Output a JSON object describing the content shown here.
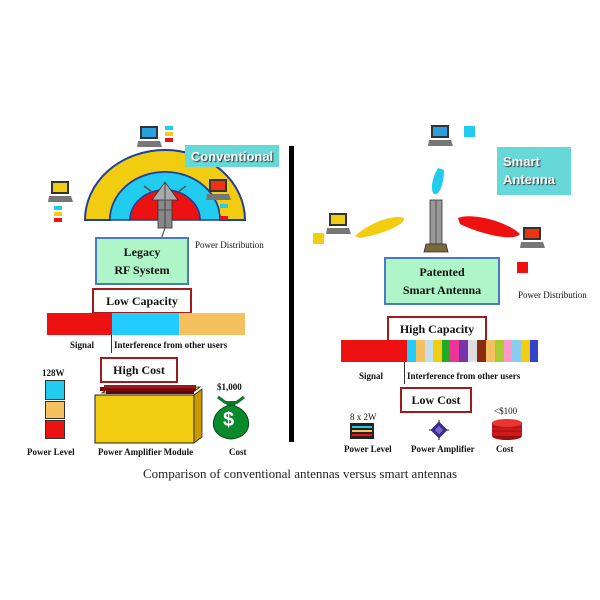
{
  "left": {
    "title": "Conventional",
    "system_label_line1": "Legacy",
    "system_label_line2": "RF System",
    "power_distribution": "Power Distribution",
    "capacity": "Low Capacity",
    "signal_label": "Signal",
    "interference_label": "Interference from other users",
    "cost_box": "High Cost",
    "power_value": "128W",
    "power_level_label": "Power Level",
    "amp_label": "Power Amplifier Module",
    "cost_value": "$1,000",
    "cost_label": "Cost",
    "money_symbol": "$"
  },
  "right": {
    "title_line1": "Smart",
    "title_line2": "Antenna",
    "system_label_line1": "Patented",
    "system_label_line2": "Smart Antenna",
    "power_distribution": "Power Distribution",
    "capacity": "High Capacity",
    "signal_label": "Signal",
    "interference_label": "Interference from other users",
    "cost_box": "Low Cost",
    "power_value": "8 x 2W",
    "power_level_label": "Power Level",
    "amp_label": "Power Amplifier",
    "cost_value": "<$100",
    "cost_label": "Cost"
  },
  "caption": "Comparison of conventional antennas versus smart antennas",
  "colors": {
    "signal_red": "#ee1111",
    "interference_blue": "#22ccff",
    "interference_tan": "#f5c060",
    "title_box": "#66d8d8",
    "system_box": "#aef5c8",
    "system_border": "#4a79c7",
    "capacity_border": "#a01c1c",
    "beam_cyan": "#22ccee",
    "beam_yellow": "#f2cc10",
    "beam_red": "#ee1111"
  },
  "icons": [
    "computer-terminal-icon",
    "antenna-tower-icon",
    "money-bag-icon",
    "amplifier-chip-icon",
    "coin-stack-icon"
  ]
}
